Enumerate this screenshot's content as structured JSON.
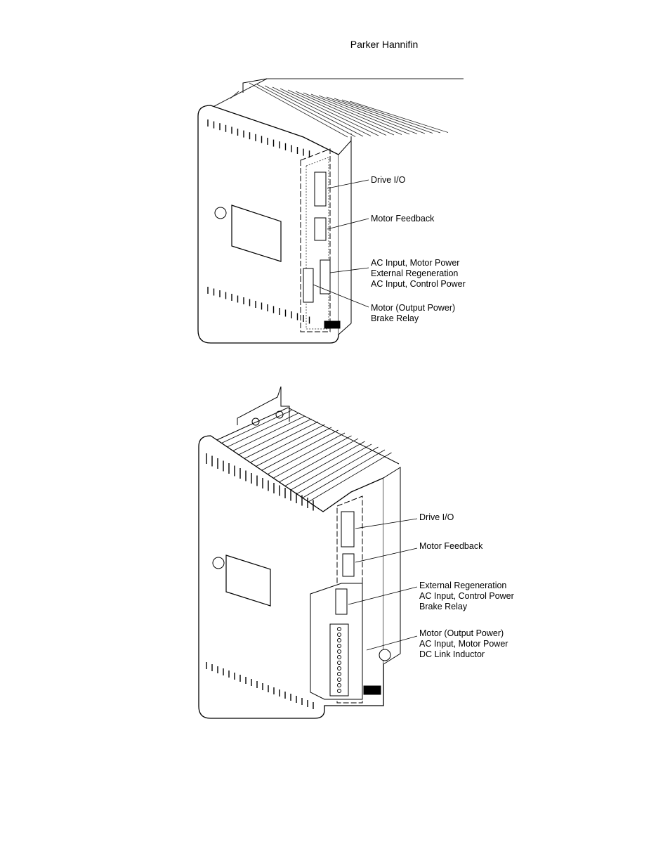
{
  "header": {
    "title": "Parker Hannifin"
  },
  "figure1": {
    "labels": {
      "drive_io": "Drive I/O",
      "motor_feedback": "Motor Feedback",
      "power_group": [
        "AC Input, Motor Power",
        "External Regeneration",
        "AC Input, Control Power"
      ],
      "motor_group": [
        "Motor (Output Power)",
        "Brake Relay"
      ]
    }
  },
  "figure2": {
    "labels": {
      "drive_io": "Drive I/O",
      "motor_feedback": "Motor Feedback",
      "regen_group": [
        "External Regeneration",
        "AC Input, Control Power",
        "Brake Relay"
      ],
      "motor_group": [
        "Motor (Output Power)",
        "AC Input, Motor Power",
        "DC Link Inductor"
      ]
    }
  }
}
